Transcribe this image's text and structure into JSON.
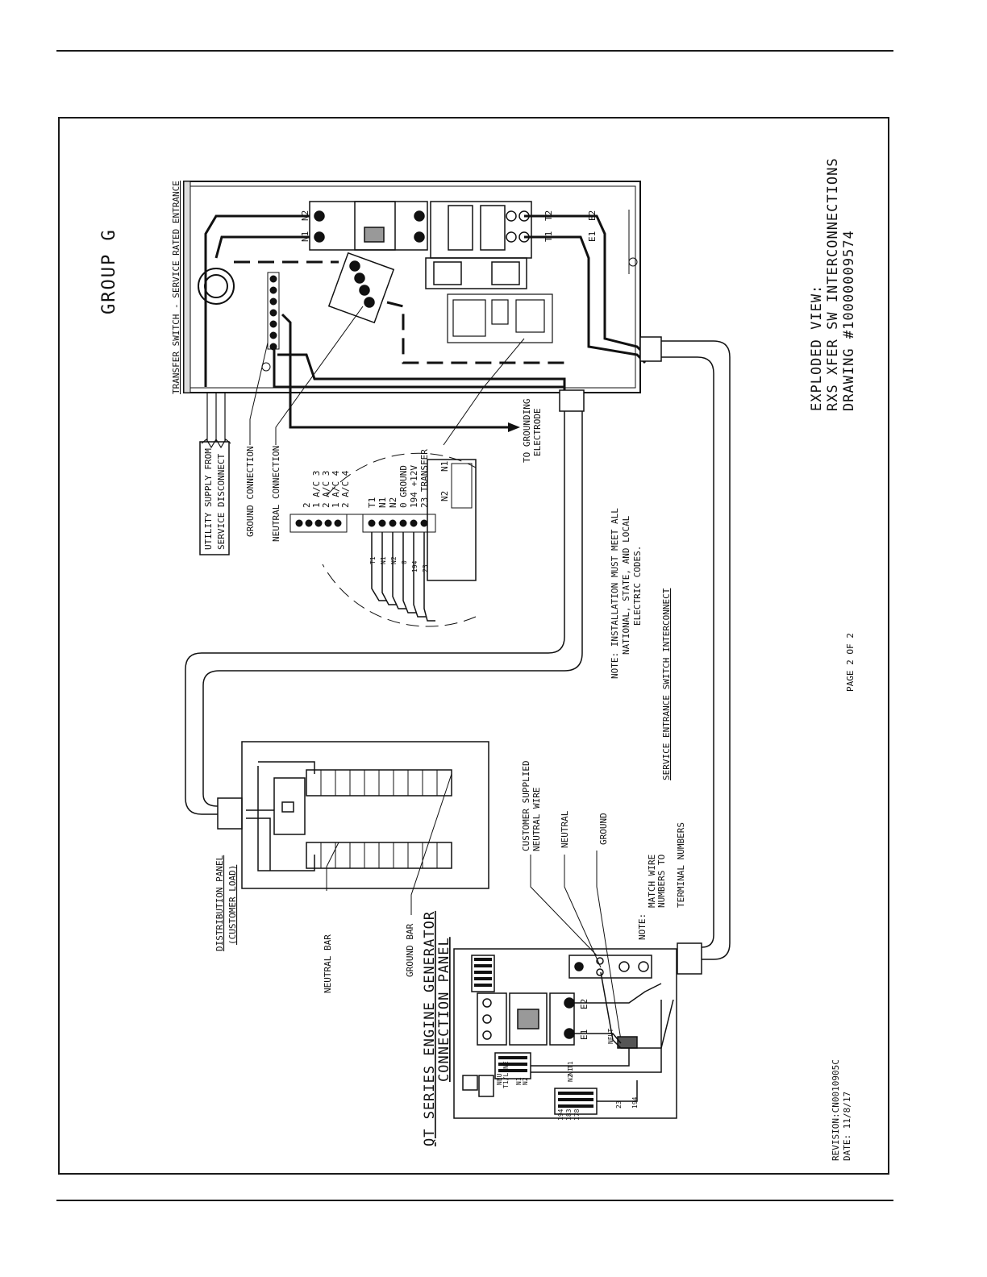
{
  "group_title": "GROUP G",
  "title": {
    "line1": "EXPLODED VIEW:",
    "line2": "RXS XFER SW INTERCONNECTIONS",
    "line3": "DRAWING #10000009574"
  },
  "page_label": "PAGE 2 OF 2",
  "revision": "REVISION:CN0010905C",
  "date": "DATE: 11/8/17",
  "service_entrance_label": "SERVICE ENTRANCE SWITCH INTERCONNECT",
  "note_install": {
    "line1": "NOTE: INSTALLATION MUST MEET ALL",
    "line2": "NATIONAL, STATE, AND LOCAL",
    "line3": "ELECTRIC CODES."
  },
  "transfer_switch": {
    "title": "TRANSFER SWITCH - SERVICE RATED ENTRANCE",
    "n1": "N1",
    "n2": "N2",
    "t1": "T1",
    "t2": "T2",
    "e1": "E1",
    "e2": "E2"
  },
  "utility_supply": {
    "line1": "UTILITY SUPPLY FROM",
    "line2": "SERVICE DISCONNECT"
  },
  "ground_connection": "GROUND CONNECTION",
  "neutral_connection": "NEUTRAL CONNECTION",
  "grounding_electrode": {
    "line1": "TO GROUNDING",
    "line2": "ELECTRODE"
  },
  "terminal_block": {
    "upper": [
      "2",
      "1 A/C 3",
      "2 A/C 3",
      "1 A/C 4",
      "2 A/C 4"
    ],
    "lower": [
      "T1",
      "N1",
      "N2",
      "0 GROUND",
      "194 +12V",
      "23 TRANSFER"
    ],
    "wires": [
      "T1",
      "N1",
      "N2",
      "0",
      "194",
      "23"
    ],
    "n1": "N1",
    "n2": "N2"
  },
  "distribution_panel": {
    "line1": "DISTRIBUTION PANEL",
    "line2": "(CUSTOMER LOAD)"
  },
  "neutral_bar": "NEUTRAL BAR",
  "ground_bar": "GROUND BAR",
  "connection_panel": {
    "line1": "QT SERIES ENGINE GENERATOR",
    "line2": "CONNECTION PANEL"
  },
  "customer_neutral": {
    "line1": "CUSTOMER SUPPLIED",
    "line2": "NEUTRAL WIRE"
  },
  "neutral_label": "NEUTRAL",
  "ground_label": "GROUND",
  "note_match": {
    "line1": "NOTE:",
    "line2": "MATCH WIRE",
    "line3": "NUMBERS TO",
    "line4": "TERMINAL NUMBERS"
  },
  "gen_panel_labels": {
    "e1": "E1",
    "e2": "E2",
    "neut": "NEUT",
    "t1": "T1",
    "n1": "N1",
    "n2": "N2",
    "t1_line": "T1/LINE",
    "neu": "NEU",
    "n1b": "N1",
    "n2b": "N2",
    "t194": "194",
    "t183": "183",
    "t178": "178",
    "t23": "23",
    "t194b": "194"
  }
}
